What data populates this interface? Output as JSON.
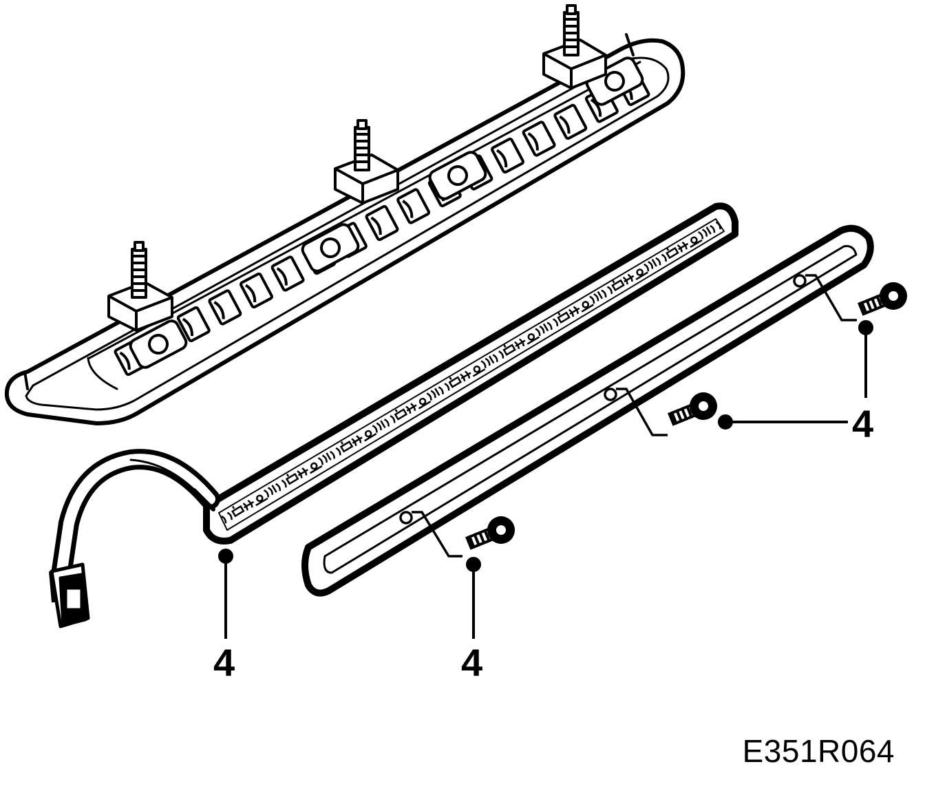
{
  "diagram": {
    "callouts": [
      {
        "label": "4"
      },
      {
        "label": "4"
      },
      {
        "label": "4"
      }
    ],
    "reference_code": "E351R064",
    "colors": {
      "ink": "#000000",
      "paper": "#ffffff"
    }
  }
}
